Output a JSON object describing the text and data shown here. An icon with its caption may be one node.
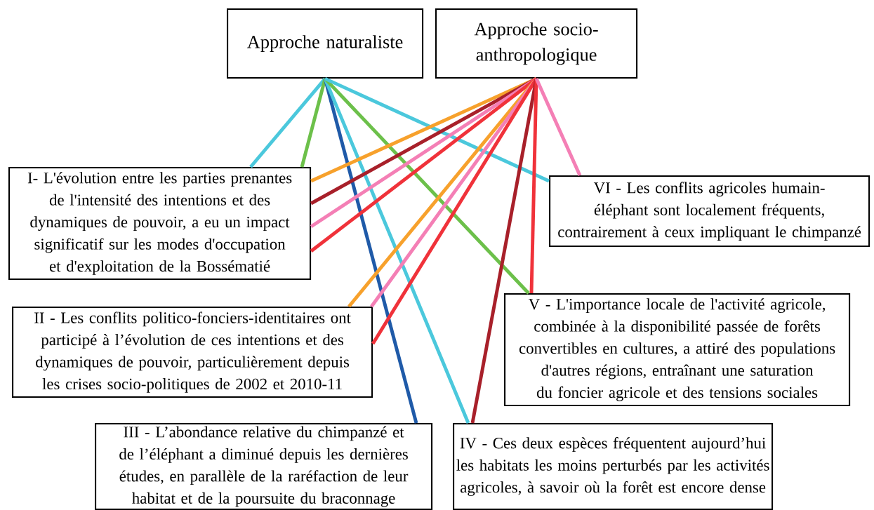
{
  "diagram": {
    "nodes": [
      {
        "text": [
          "Approche naturaliste"
        ]
      },
      {
        "text": [
          "Approche socio-anthropologique"
        ]
      },
      {
        "text": [
          "I- L'évolution entre les parties prenantes de l'intensité des intentions et des dynamiques de pouvoir, a eu un impact significatif sur les modes d'occupation et d'exploitation de la Bossématié"
        ]
      },
      {
        "text": [
          "II - Les conflits politico-fonciers-identitaires ont participé à l’évolution de ces intentions et des dynamiques de pouvoir, particulièrement depuis les crises socio-politiques de 2002 et 2010-11"
        ]
      },
      {
        "text": [
          "III - L’abondance relative du chimpanzé et de l’éléphant a diminué depuis les dernières études, en parallèle de la raréfaction de leur habitat et de la poursuite du braconnage"
        ]
      },
      {
        "text": [
          "IV - Ces deux espèces fréquentent aujourd’hui les habitats les moins perturbés par les activités agricoles, à savoir où la forêt est encore dense"
        ]
      },
      {
        "text": [
          "V - L'importance locale de l'activité agricole, combinée à la disponibilité passée de forêts convertibles en cultures, a attiré des populations d'autres régions, entraînant une saturation du foncier agricole et des tensions sociales"
        ]
      },
      {
        "text": [
          "VI - Les conflits agricoles humain-éléphant sont localement fréquents, contrairement à ceux impliquant le chimpanzé"
        ]
      }
    ],
    "edges": [
      {
        "from": 0,
        "to": 2,
        "arrow": "none",
        "color": "#4bc8dc"
      },
      {
        "from": 0,
        "to": 2,
        "arrow": "none",
        "color": "#6cc04a"
      },
      {
        "from": 0,
        "to": 4,
        "arrow": "none",
        "color": "#1f5aa8"
      },
      {
        "from": 0,
        "to": 5,
        "arrow": "none",
        "color": "#4bc8dc"
      },
      {
        "from": 0,
        "to": 6,
        "arrow": "none",
        "color": "#6cc04a"
      },
      {
        "from": 0,
        "to": 7,
        "arrow": "none",
        "color": "#4bc8dc"
      },
      {
        "from": 1,
        "to": 2,
        "arrow": "none",
        "color": "#f7a12c"
      },
      {
        "from": 1,
        "to": 2,
        "arrow": "none",
        "color": "#a8202a"
      },
      {
        "from": 1,
        "to": 2,
        "arrow": "none",
        "color": "#f47fb5"
      },
      {
        "from": 1,
        "to": 2,
        "arrow": "none",
        "color": "#f0323a"
      },
      {
        "from": 1,
        "to": 3,
        "arrow": "none",
        "color": "#f7a12c"
      },
      {
        "from": 1,
        "to": 3,
        "arrow": "none",
        "color": "#f47fb5"
      },
      {
        "from": 1,
        "to": 3,
        "arrow": "none",
        "color": "#f0323a"
      },
      {
        "from": 1,
        "to": 5,
        "arrow": "none",
        "color": "#a8202a"
      },
      {
        "from": 1,
        "to": 6,
        "arrow": "none",
        "color": "#f0323a"
      },
      {
        "from": 1,
        "to": 7,
        "arrow": "none",
        "color": "#f47fb5"
      }
    ]
  }
}
